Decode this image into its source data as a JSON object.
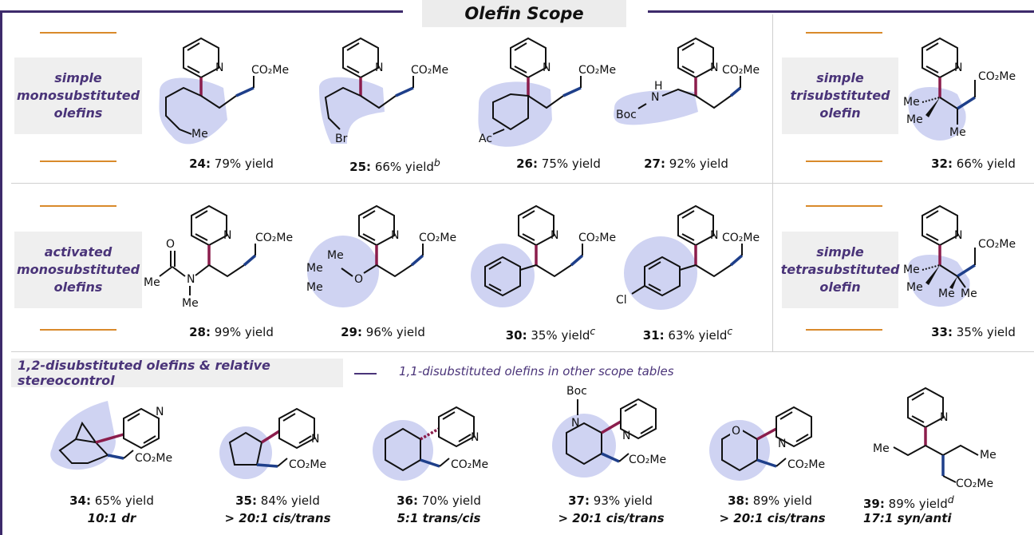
{
  "title": "Olefin Scope",
  "categories": {
    "row1_left": "simple\nmonosubstituted\nolefins",
    "row1_right": "simple\ntrisubstituted\nolefin",
    "row2_left": "activated\nmonosubstituted\nolefins",
    "row2_right": "simple\ntetrasubstituted\nolefin"
  },
  "section_header": "1,2-disubstituted olefins & relative stereocontrol",
  "section_note": "1,1-disubstituted olefins in other scope tables",
  "atoms": {
    "co2me": "CO₂Me",
    "n": "N",
    "me": "Me",
    "br": "Br",
    "ac": "Ac",
    "boc": "Boc",
    "h": "H",
    "o": "O",
    "cl": "Cl"
  },
  "compounds": [
    {
      "id": "24",
      "yield": "79% yield",
      "note": ""
    },
    {
      "id": "25",
      "yield": "66% yield",
      "note": "b"
    },
    {
      "id": "26",
      "yield": "75% yield",
      "note": ""
    },
    {
      "id": "27",
      "yield": "92% yield",
      "note": ""
    },
    {
      "id": "32",
      "yield": "66% yield",
      "note": ""
    },
    {
      "id": "28",
      "yield": "99% yield",
      "note": ""
    },
    {
      "id": "29",
      "yield": "96% yield",
      "note": ""
    },
    {
      "id": "30",
      "yield": "35% yield",
      "note": "c"
    },
    {
      "id": "31",
      "yield": "63% yield",
      "note": "c"
    },
    {
      "id": "33",
      "yield": "35% yield",
      "note": ""
    },
    {
      "id": "34",
      "yield": "65% yield",
      "note": "",
      "selectivity": "10:1 dr"
    },
    {
      "id": "35",
      "yield": "84% yield",
      "note": "",
      "selectivity": "> 20:1 cis/trans"
    },
    {
      "id": "36",
      "yield": "70% yield",
      "note": "",
      "selectivity": "5:1 trans/cis"
    },
    {
      "id": "37",
      "yield": "93% yield",
      "note": "",
      "selectivity": "> 20:1 cis/trans"
    },
    {
      "id": "38",
      "yield": "89% yield",
      "note": "",
      "selectivity": "> 20:1 cis/trans"
    },
    {
      "id": "39",
      "yield": "89% yield",
      "note": "d",
      "selectivity": "17:1 syn/anti"
    }
  ]
}
